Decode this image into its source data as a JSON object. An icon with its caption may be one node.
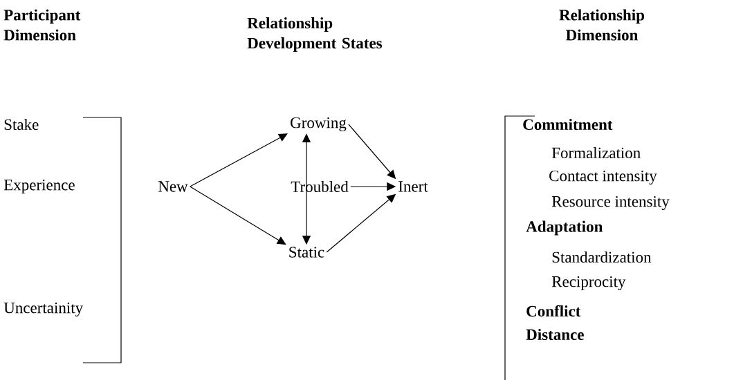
{
  "diagram": {
    "nodes": [
      {
        "text": [
          "New"
        ]
      },
      {
        "text": [
          "Growing"
        ]
      },
      {
        "text": [
          "Troubled"
        ]
      },
      {
        "text": [
          "Static"
        ]
      },
      {
        "text": [
          "Inert"
        ]
      }
    ],
    "edges": [
      {
        "from": 0,
        "to": 1,
        "arrow": "to"
      },
      {
        "from": 0,
        "to": 3,
        "arrow": "to"
      },
      {
        "from": 1,
        "to": 3,
        "arrow": "both"
      },
      {
        "from": 2,
        "to": 4,
        "arrow": "to"
      },
      {
        "from": 1,
        "to": 4,
        "arrow": "to"
      },
      {
        "from": 3,
        "to": 4,
        "arrow": "to"
      }
    ],
    "labels": [
      "Participant Dimension",
      "Relationship Development States",
      "Relationship Dimension",
      "Stake",
      "Experience",
      "Uncertainity",
      "Commitment",
      "Formalization",
      "Contact intensity",
      "Resource intensity",
      "Adaptation",
      "Standardization",
      "Reciprocity",
      "Conflict",
      "Distance"
    ]
  }
}
